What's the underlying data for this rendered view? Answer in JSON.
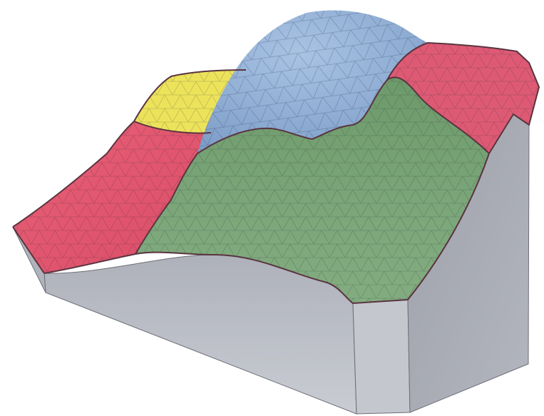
{
  "figure": {
    "kind": "3d-terrain-mesh-block",
    "colors": {
      "background": "#ffffff",
      "block_front": "#b9bcc4",
      "block_side_right": "#9a9da6",
      "block_bottom_edge": "#c9ccd3",
      "region_yellow": "#ece35b",
      "region_red": "#e2566e",
      "region_red_right": "#de5a74",
      "region_blue": "#8fb0d6",
      "region_green": "#6f9a6b",
      "region_green_light": "#7faa7c",
      "boundary_line": "#5a3440",
      "mesh_line": "rgba(40,40,60,0.22)"
    },
    "regions": [
      {
        "name": "yellow-region",
        "color_key": "region_yellow"
      },
      {
        "name": "red-region-left",
        "color_key": "region_red"
      },
      {
        "name": "blue-dome-region",
        "color_key": "region_blue"
      },
      {
        "name": "red-region-right",
        "color_key": "region_red_right"
      },
      {
        "name": "green-region",
        "color_key": "region_green"
      }
    ]
  }
}
